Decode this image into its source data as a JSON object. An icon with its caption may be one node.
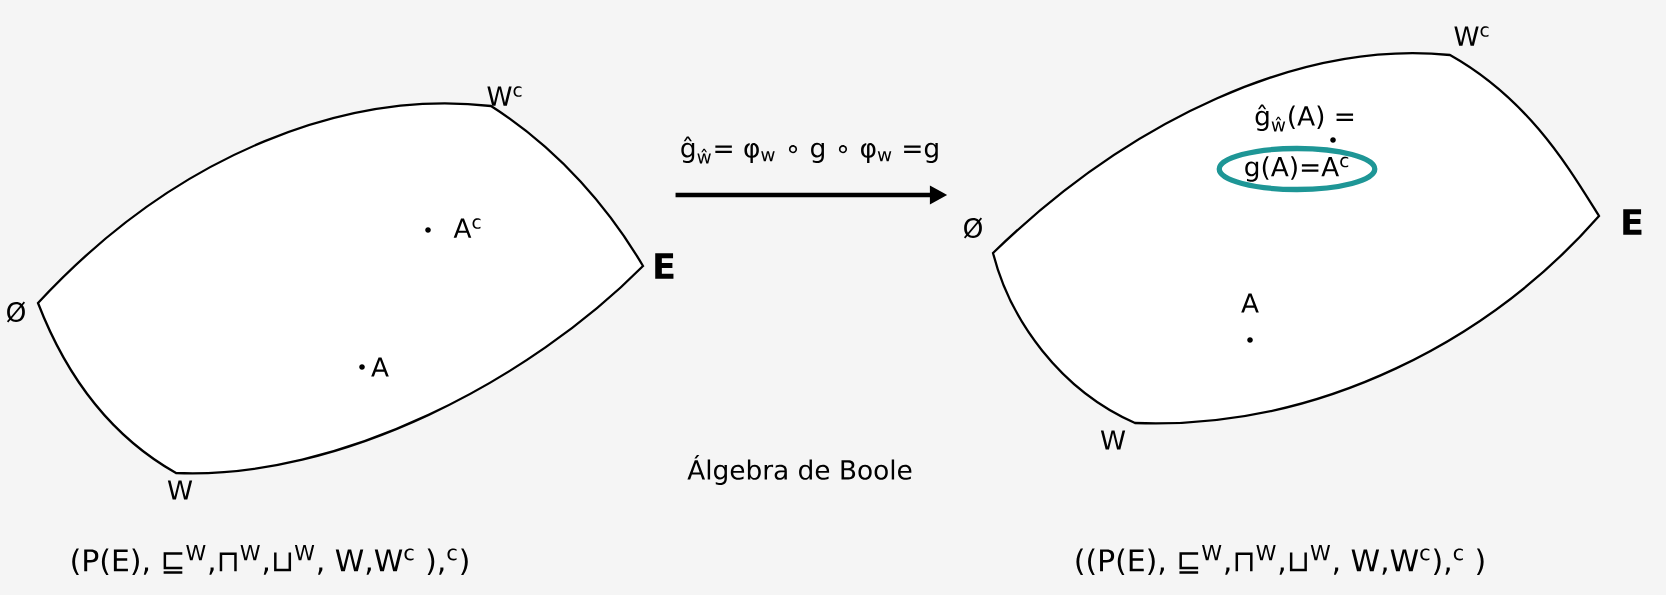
{
  "diagram": {
    "nodes": [
      {
        "text": [
          "A$^{c}$",
          "A"
        ],
        "beside": [
          "Ø",
          "W$^{c}$",
          "E",
          "W"
        ]
      },
      {
        "text": [
          "ĝ$_{ŵ}$(A) =",
          "A"
        ],
        "beside": [
          "Ø",
          "W$^{c}$",
          "E",
          "W"
        ]
      },
      {
        "text": [
          "g(A)=A$^{c}$"
        ],
        "in": 1
      }
    ],
    "edges": [
      {
        "from": 0,
        "to": 1,
        "arrow": "to",
        "label": "ĝ$_{ŵ}$= φ$_{w}$ ∘ g ∘ φ$_{w}$ =g"
      }
    ],
    "labels": [
      "Álgebra de Boole",
      "(P(E), ⊑$^{W}$,⊓$^{W}$,⊔$^{W}$, W,W$^{c}$ ),$^{c}$)",
      "((P(E), ⊑$^{W}$,⊓$^{W}$,⊔$^{W}$, W,W$^{c}$),$^{c}$ )"
    ]
  }
}
